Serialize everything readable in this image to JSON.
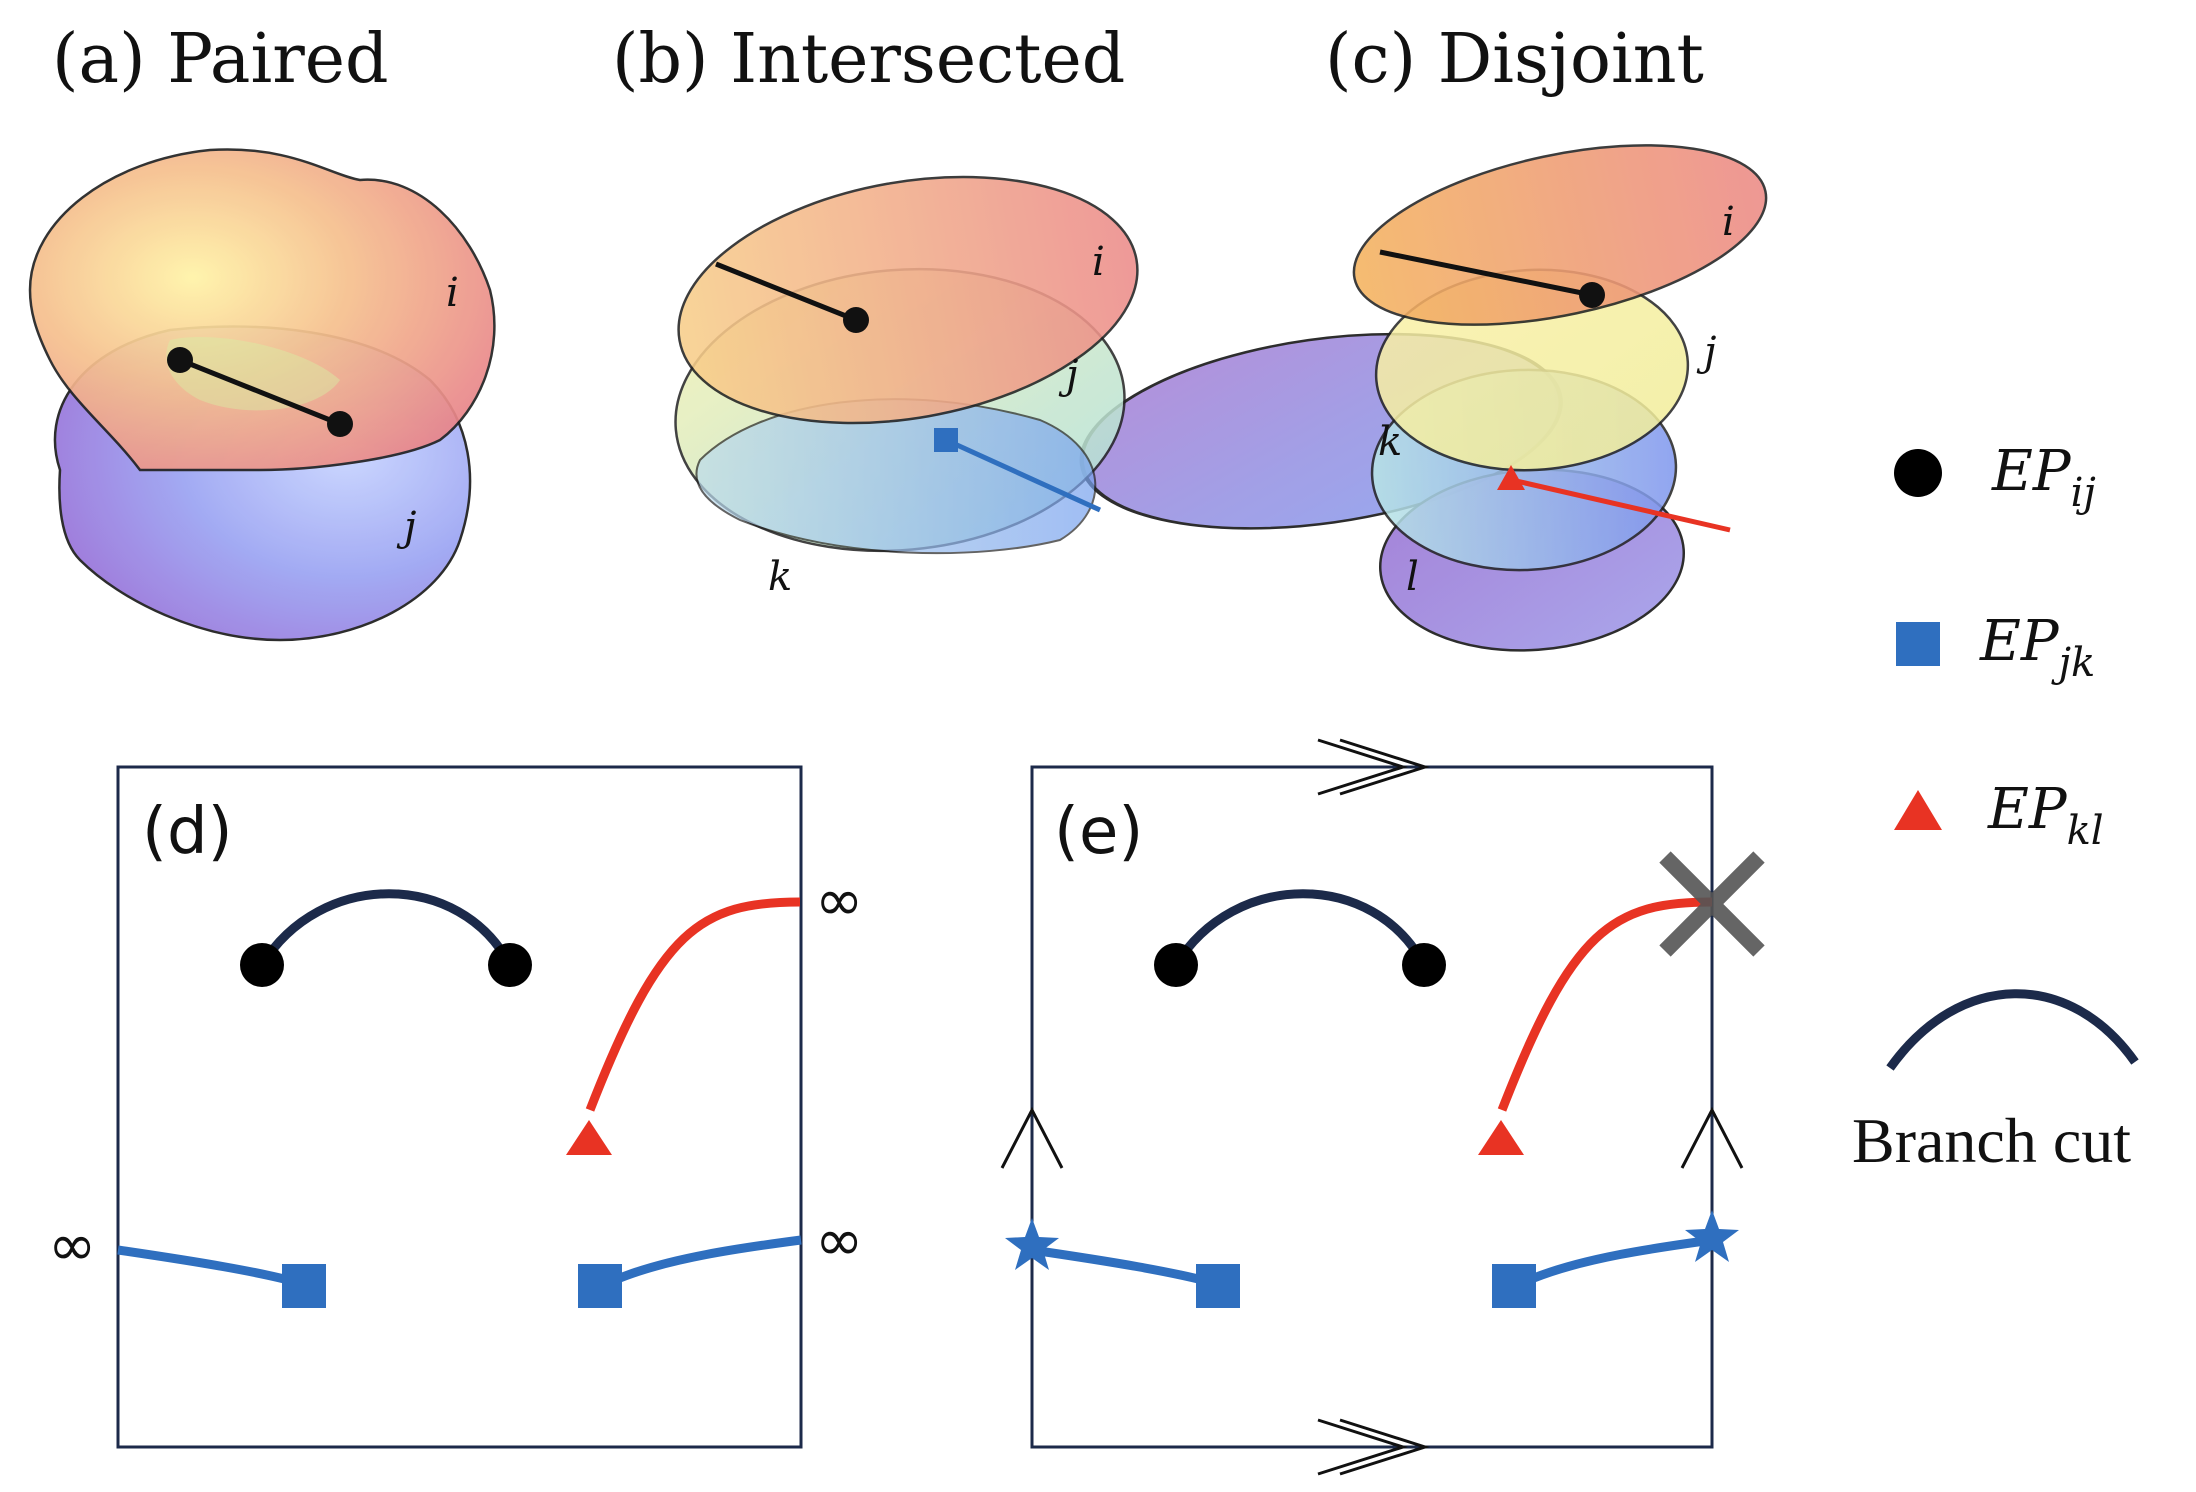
{
  "titles": {
    "a": "(a)  Paired",
    "b": "(b)  Intersected",
    "c": "(c)  Disjoint"
  },
  "sheet_labels": {
    "a_i": "i",
    "a_j": "j",
    "b_i": "i",
    "b_j": "j",
    "b_k": "k",
    "c_i": "i",
    "c_j": "j",
    "c_k": "k",
    "c_l": "l"
  },
  "panel_labels": {
    "d": "(d)",
    "e": "(e)"
  },
  "infinity_symbol": "∞",
  "legend": {
    "ep_ij": {
      "main": "EP",
      "sub": "ij",
      "marker": "circle",
      "color": "#000000"
    },
    "ep_jk": {
      "main": "EP",
      "sub": "jk",
      "marker": "square",
      "color": "#2f6fbf"
    },
    "ep_kl": {
      "main": "EP",
      "sub": "kl",
      "marker": "triangle",
      "color": "#e83323"
    },
    "branch_cut": {
      "label": "Branch cut",
      "color": "#1c2a4a"
    }
  },
  "colors": {
    "branch_cut": "#1c2a4a",
    "ep_ij": "#000000",
    "ep_jk": "#2f6fbf",
    "ep_kl": "#e83323",
    "boundary_marker": "#555555"
  },
  "icons": {
    "torus_arrows": "double-chevron-arrow-icon",
    "vertical_arrows": "chevron-up-icon",
    "boundary_points": "star-icon",
    "removed_point": "x-mark-icon"
  }
}
